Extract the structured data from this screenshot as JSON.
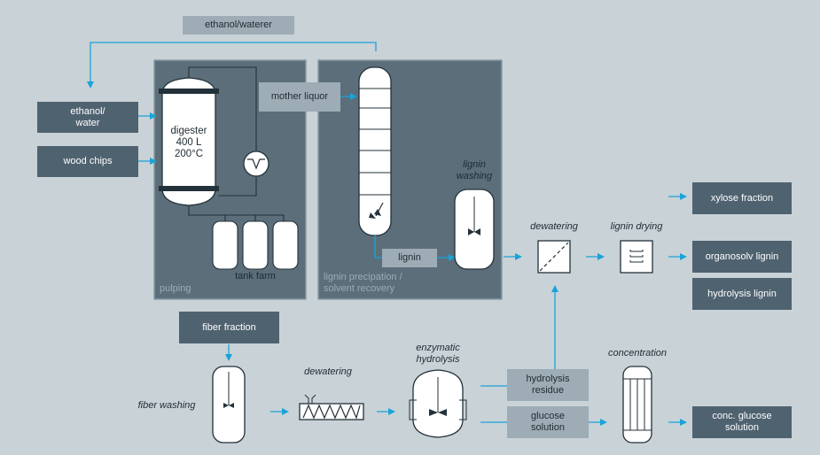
{
  "inputs": {
    "solvent_top": "ethanol/waterer",
    "ethanol_water": "ethanol/\nwater",
    "wood_chips": "wood chips",
    "fiber_fraction": "fiber fraction"
  },
  "pulping": {
    "label": "pulping",
    "digester": "digester\n400 L\n200°C",
    "tank_farm": "tank farm"
  },
  "recovery": {
    "label": "lignin precipation /\nsolvent recovery",
    "mother_liquor": "mother liquor",
    "lignin": "lignin",
    "lignin_washing": "lignin\nwashing"
  },
  "steps": {
    "dewatering_top": "dewatering",
    "lignin_drying": "lignin drying",
    "fiber_washing": "fiber washing",
    "dewatering_bottom": "dewatering",
    "enzymatic_hydrolysis": "enzymatic\nhydrolysis",
    "concentration": "concentration"
  },
  "intermediates": {
    "hydrolysis_residue": "hydrolysis\nresidue",
    "glucose_solution": "glucose\nsolution"
  },
  "outputs": {
    "xylose_fraction": "xylose fraction",
    "organosolv_lignin": "organosolv lignin",
    "hydrolysis_lignin": "hydrolysis lignin",
    "conc_glucose": "conc. glucose\nsolution"
  },
  "colors": {
    "background": "#c9d2d7",
    "panel": "#5b6e7a",
    "dark_box": "#4f6270",
    "light_box": "#9eacb5",
    "arrow": "#1aa3d9",
    "line": "#23313a"
  }
}
